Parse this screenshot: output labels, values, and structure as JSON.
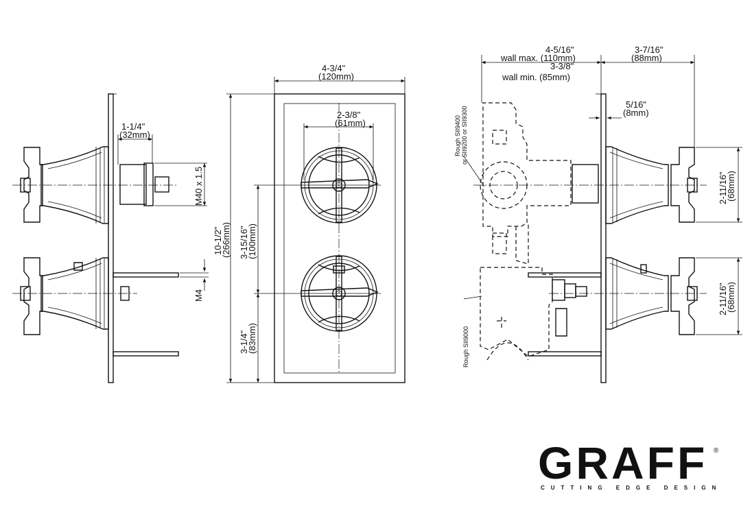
{
  "dimensions": {
    "side_left": {
      "depth_in": "1-1/4\"",
      "depth_mm": "(32mm)",
      "thread": "M40 x 1.5",
      "screw": "M4"
    },
    "front": {
      "width_in": "4-3/4\"",
      "width_mm": "(120mm)",
      "handle_in": "2-3/8\"",
      "handle_mm": "(61mm)",
      "height_in": "10-1/2\"",
      "height_mm": "(266mm)",
      "spacing_in": "3-15/16\"",
      "spacing_mm": "(100mm)",
      "bottom_in": "3-1/4\"",
      "bottom_mm": "(83mm)"
    },
    "right": {
      "wall_max_in": "4-5/16\"",
      "wall_max_label": "wall max. (110mm)",
      "wall_min_in": "3-3/8\"",
      "wall_min_label": "wall min. (85mm)",
      "projection_in": "3-7/16\"",
      "projection_mm": "(88mm)",
      "plate_in": "5/16\"",
      "plate_mm": "(8mm)",
      "handle_upper_in": "2-11/16\"",
      "handle_upper_mm": "(68mm)",
      "handle_lower_in": "2-11/16\"",
      "handle_lower_mm": "(68mm)",
      "rough_upper_1": "Rough SII9400",
      "rough_upper_2": "or SII9200 or SII9300",
      "rough_lower": "Rough SII9000"
    }
  },
  "brand": {
    "name": "GRAFF",
    "registered": "®",
    "tagline": "CUTTING EDGE DESIGN"
  }
}
